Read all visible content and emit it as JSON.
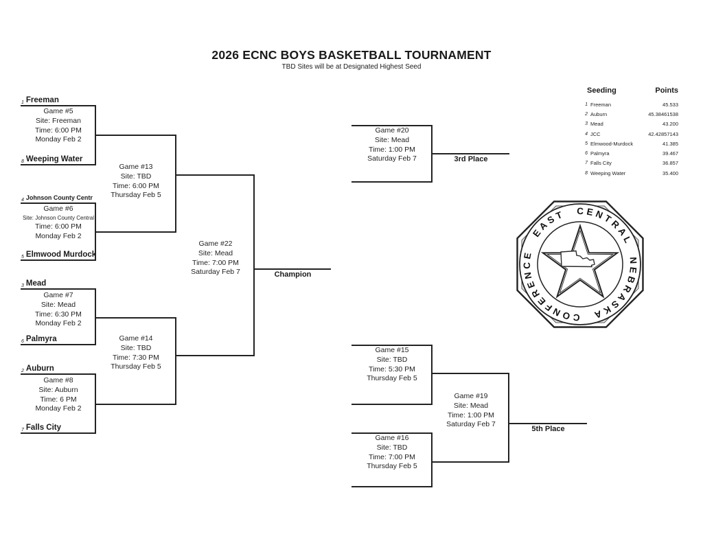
{
  "header": {
    "title": "2026 ECNC BOYS BASKETBALL TOURNAMENT",
    "subtitle": "TBD Sites will be at Designated Highest Seed"
  },
  "teams": [
    {
      "seed": "1",
      "name": "Freeman"
    },
    {
      "seed": "8",
      "name": "Weeping Water"
    },
    {
      "seed": "4",
      "name": "Johnson County Centr"
    },
    {
      "seed": "5",
      "name": "Elmwood Murdock"
    },
    {
      "seed": "3",
      "name": "Mead"
    },
    {
      "seed": "6",
      "name": "Palmyra"
    },
    {
      "seed": "2",
      "name": "Auburn"
    },
    {
      "seed": "7",
      "name": "Falls City"
    }
  ],
  "games": {
    "g5": {
      "title": "Game #5",
      "site": "Site: Freeman",
      "time": "Time: 6:00 PM",
      "day": "Monday Feb 2"
    },
    "g6": {
      "title": "Game #6",
      "site": "Site: Johnson County Central",
      "time": "Time: 6:00 PM",
      "day": "Monday Feb 2"
    },
    "g7": {
      "title": "Game #7",
      "site": "Site: Mead",
      "time": "Time: 6:30 PM",
      "day": "Monday Feb 2"
    },
    "g8": {
      "title": "Game #8",
      "site": "Site: Auburn",
      "time": "Time: 6 PM",
      "day": "Monday Feb 2"
    },
    "g13": {
      "title": "Game #13",
      "site": "Site: TBD",
      "time": "Time: 6:00 PM",
      "day": "Thursday Feb 5"
    },
    "g14": {
      "title": "Game #14",
      "site": "Site: TBD",
      "time": "Time: 7:30 PM",
      "day": "Thursday Feb 5"
    },
    "g15": {
      "title": "Game #15",
      "site": "Site: TBD",
      "time": "Time: 5:30 PM",
      "day": "Thursday Feb 5"
    },
    "g16": {
      "title": "Game #16",
      "site": "Site: TBD",
      "time": "Time: 7:00 PM",
      "day": "Thursday Feb 5"
    },
    "g19": {
      "title": "Game #19",
      "site": "Site: Mead",
      "time": "Time: 1:00 PM",
      "day": "Saturday Feb 7"
    },
    "g20": {
      "title": "Game #20",
      "site": "Site: Mead",
      "time": "Time: 1:00 PM",
      "day": "Saturday Feb 7"
    },
    "g22": {
      "title": "Game #22",
      "site": "Site: Mead",
      "time": "Time: 7:00 PM",
      "day": "Saturday Feb 7"
    }
  },
  "labels": {
    "champion": "Champion",
    "third_place": "3rd Place",
    "fifth_place": "5th Place"
  },
  "seeding_table": {
    "headers": {
      "seeding": "Seeding",
      "points": "Points"
    },
    "rows": [
      {
        "seed": "1",
        "team": "Freeman",
        "points": "45.533"
      },
      {
        "seed": "2",
        "team": "Auburn",
        "points": "45.38461538"
      },
      {
        "seed": "3",
        "team": "Mead",
        "points": "43.200"
      },
      {
        "seed": "4",
        "team": "JCC",
        "points": "42.42857143"
      },
      {
        "seed": "5",
        "team": "Elmwood-Murdock",
        "points": "41.385"
      },
      {
        "seed": "6",
        "team": "Palmyra",
        "points": "39.467"
      },
      {
        "seed": "7",
        "team": "Falls City",
        "points": "36.857"
      },
      {
        "seed": "8",
        "team": "Weeping Water",
        "points": "35.400"
      }
    ]
  },
  "logo": {
    "ring_text": "EAST CENTRAL NEBRASKA CONFERENCE"
  },
  "colors": {
    "line": "#222222",
    "text": "#1a1a1a",
    "facet": "#e6e6e6"
  }
}
